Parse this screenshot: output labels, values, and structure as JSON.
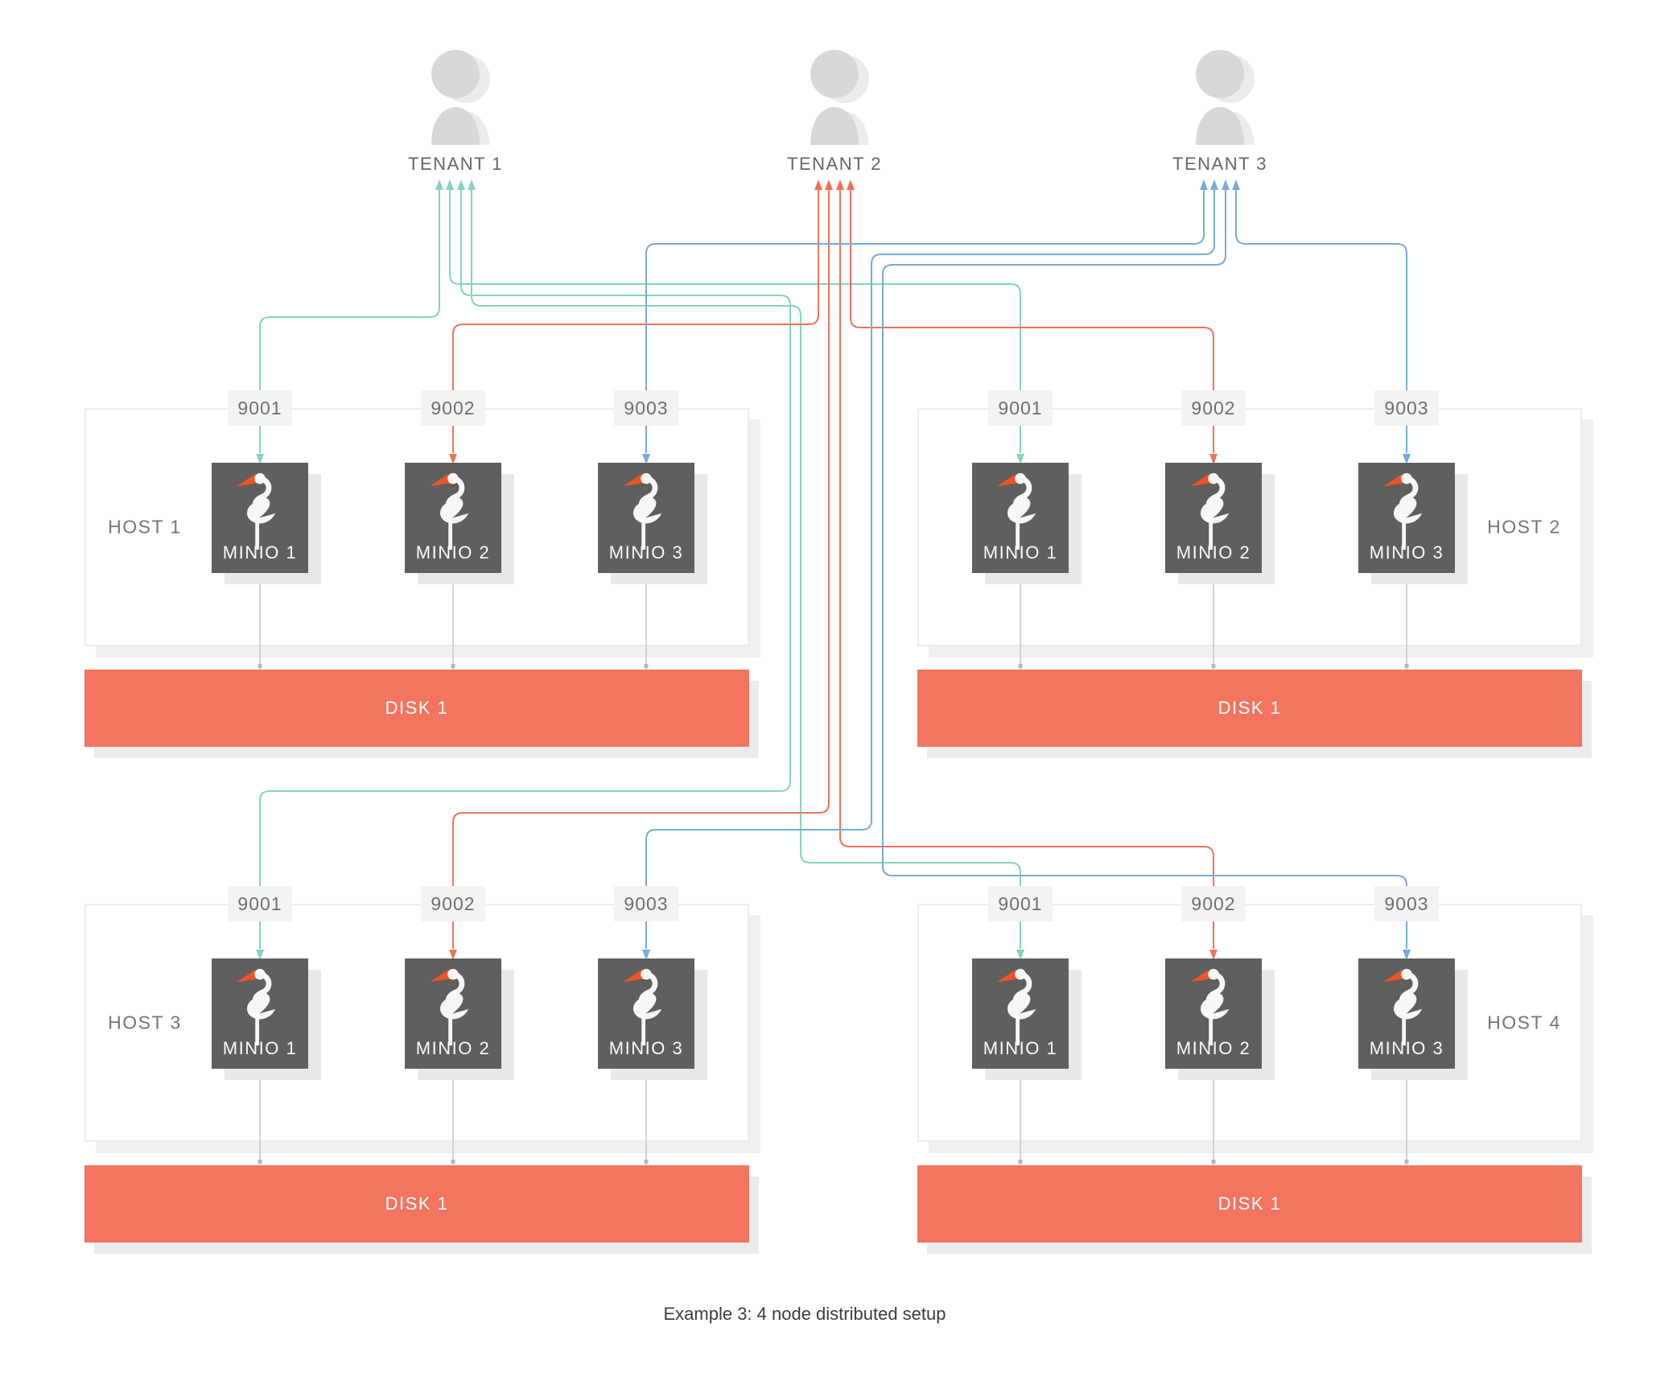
{
  "caption": "Example 3: 4 node distributed setup",
  "tenants": [
    {
      "label": "TENANT 1"
    },
    {
      "label": "TENANT 2"
    },
    {
      "label": "TENANT 3"
    }
  ],
  "hosts": [
    {
      "label": "HOST 1",
      "ports": [
        "9001",
        "9002",
        "9003"
      ],
      "minio_nodes": [
        "MINIO 1",
        "MINIO 2",
        "MINIO 3"
      ],
      "disk_label": "DISK 1"
    },
    {
      "label": "HOST 2",
      "ports": [
        "9001",
        "9002",
        "9003"
      ],
      "minio_nodes": [
        "MINIO 1",
        "MINIO 2",
        "MINIO 3"
      ],
      "disk_label": "DISK 1"
    },
    {
      "label": "HOST 3",
      "ports": [
        "9001",
        "9002",
        "9003"
      ],
      "minio_nodes": [
        "MINIO 1",
        "MINIO 2",
        "MINIO 3"
      ],
      "disk_label": "DISK 1"
    },
    {
      "label": "HOST 4",
      "ports": [
        "9001",
        "9002",
        "9003"
      ],
      "minio_nodes": [
        "MINIO 1",
        "MINIO 2",
        "MINIO 3"
      ],
      "disk_label": "DISK 1"
    }
  ],
  "icons": {
    "tenant": "user-icon",
    "minio": "minio-bird-icon"
  },
  "colors": {
    "tenant1_line": "#82d4c0",
    "tenant2_line": "#f0715a",
    "tenant3_line": "#78aad9",
    "disk_bar": "#f3755f",
    "minio_box": "#5f5f5f",
    "minio_beak": "#ee5523",
    "avatar_fill": "#d8d8d8",
    "avatar_shadow": "#ebebeb",
    "stub_line": "#c3c9cd"
  }
}
